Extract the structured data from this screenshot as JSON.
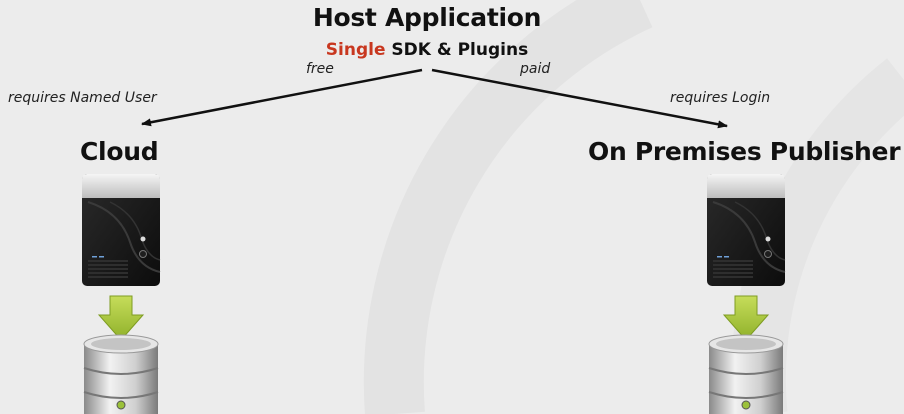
{
  "header": {
    "title": "Host Application",
    "subtitle_accent": "Single",
    "subtitle_rest": " SDK & Plugins"
  },
  "edges": {
    "left_tag": "free",
    "right_tag": "paid",
    "left_requirement": "requires Named User",
    "right_requirement": "requires Login"
  },
  "nodes": {
    "cloud": {
      "title": "Cloud"
    },
    "onprem": {
      "title": "On Premises Publisher"
    }
  },
  "colors": {
    "accent": "#c8371f",
    "download_arrow": "#a8c83a",
    "background": "#ececec"
  }
}
